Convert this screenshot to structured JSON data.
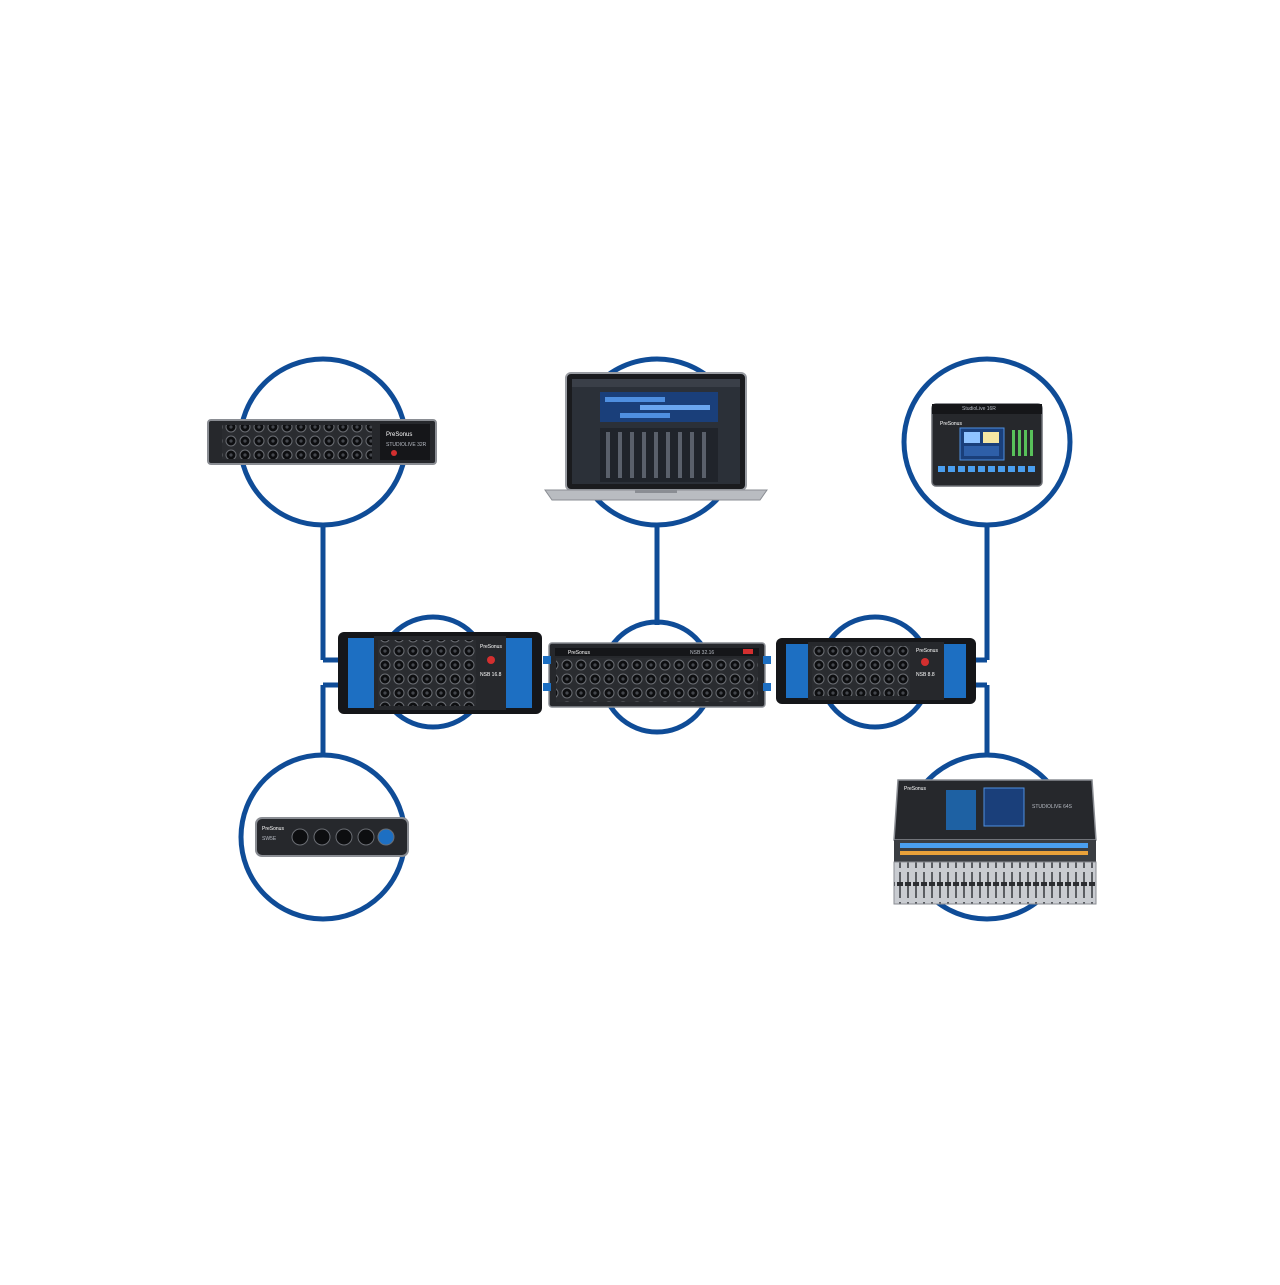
{
  "colors": {
    "link": "#0f4c97",
    "cable": "#1d6fc2",
    "device": "#26282c",
    "device_dark": "#151619",
    "screen": "#1a3f7a",
    "accent": "#d32f2f",
    "background": "#ffffff"
  },
  "devices": {
    "stagebox_1u": {
      "brand": "PreSonus",
      "model": "STUDIOLIVE 32R"
    },
    "laptop": {
      "icon": "laptop-daw-icon"
    },
    "mixer_small": {
      "brand": "PreSonus",
      "model": "StudioLive 16R"
    },
    "sd8_left": {
      "brand": "PreSonus",
      "model": "NSB 16.8"
    },
    "sd32_center": {
      "brand": "PreSonus",
      "model": "NSB 32.16"
    },
    "sd8_right": {
      "brand": "PreSonus",
      "model": "NSB 8.8"
    },
    "switch": {
      "brand": "PreSonus",
      "model": "SW5E"
    },
    "console": {
      "brand": "PreSonus",
      "model": "STUDIOLIVE 64S"
    }
  }
}
